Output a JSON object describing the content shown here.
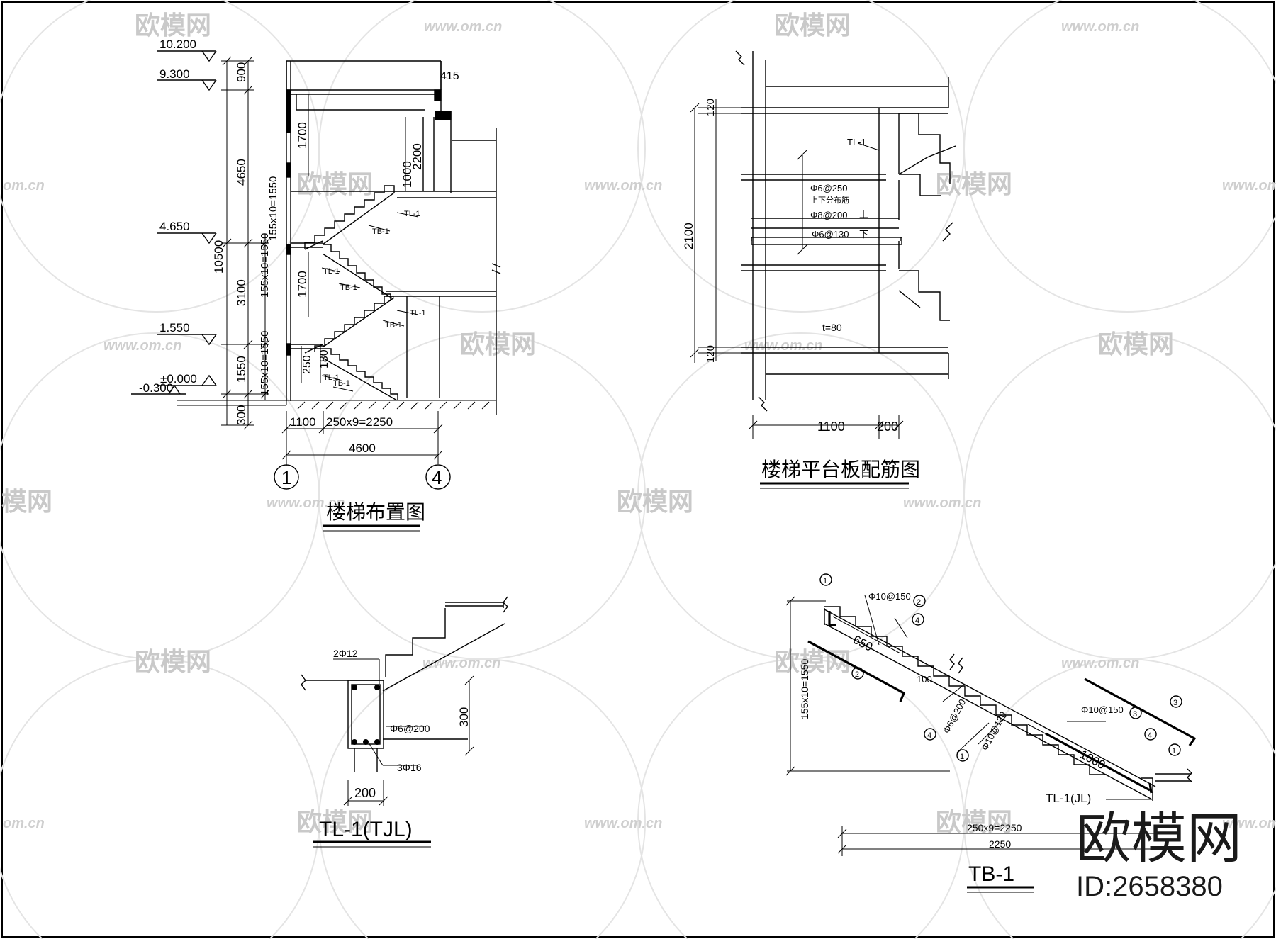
{
  "watermark": {
    "brand": "欧模网",
    "url": "www.om.cn",
    "url_fragment": "om.cn",
    "brand_fragment": "模网",
    "id_text": "ID:2658380"
  },
  "drawings": {
    "layout": {
      "title": "楼梯布置图",
      "elevations": [
        "10.200",
        "9.300",
        "4.650",
        "1.550",
        "±0.000",
        "-0.300"
      ],
      "vertical_dims": [
        "900",
        "4650",
        "10500",
        "3100",
        "1550",
        "300",
        "1700",
        "1700",
        "2200",
        "1000"
      ],
      "flight_dims": [
        "155x10=1550",
        "155x10=1550",
        "155x10=1550"
      ],
      "roof_dim": "415",
      "horizontal_dims": [
        "1100",
        "250x9=2250",
        "4600"
      ],
      "axes": [
        "1",
        "4"
      ],
      "labels": [
        "TL-1",
        "TB-1",
        "TL-1",
        "TB-1",
        "TL-1",
        "TB-1",
        "TL-1",
        "TB-1"
      ],
      "small_dims": [
        "250",
        "180"
      ]
    },
    "slab": {
      "title": "楼梯平台板配筋图",
      "labels": [
        "TL-1",
        "Φ6@250",
        "上下分布筋",
        "Φ8@200",
        "上",
        "Φ6@130",
        "下",
        "t=80"
      ],
      "dims": [
        "120",
        "2100",
        "120",
        "1100",
        "200"
      ]
    },
    "beam": {
      "title": "TL-1(TJL)",
      "labels": [
        "2Φ12",
        "Φ6@200",
        "3Φ16",
        "300",
        "200"
      ]
    },
    "stair_slab": {
      "title": "TB-1",
      "labels": [
        "Φ10@150",
        "650",
        "100",
        "Φ6@200",
        "Φ10@120",
        "Φ10@150",
        "1000",
        "TL-1(JL)",
        "155x10=1550",
        "250x9=2250",
        "2250"
      ],
      "markers": [
        "1",
        "2",
        "4",
        "2",
        "4",
        "1",
        "3",
        "3",
        "4",
        "1"
      ]
    }
  }
}
